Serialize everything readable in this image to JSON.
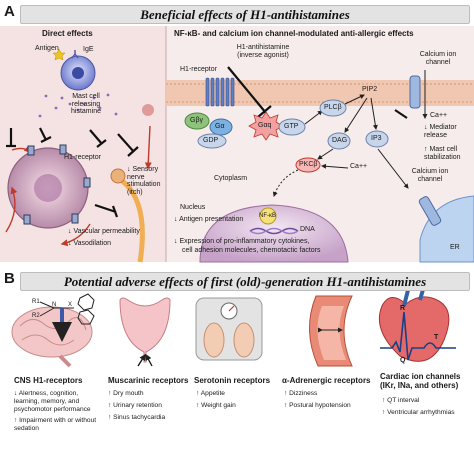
{
  "panel_a": {
    "letter": "A",
    "title": "Beneficial effects of H1-antihistamines",
    "direct": {
      "title": "Direct effects",
      "antigen": "Antigen",
      "ige": "IgE",
      "mast_cell": "Mast cell releasing histamine",
      "h1_receptor": "H1-receptor",
      "sensory": "Sensory nerve stimulation (itch)",
      "vascular": "Vascular permeability",
      "vasodilation": "Vasodilation"
    },
    "nfkb": {
      "title": "NF-κB- and calcium ion channel-modulated anti-allergic effects",
      "antihistamine": "H1-antihistamine (inverse agonist)",
      "h1_receptor": "H1-receptor",
      "calcium_channel_top": "Calcium ion channel",
      "ca_top": "Ca++",
      "mediator": "Mediator release",
      "mast_stab": "Mast cell stabilization",
      "gby": "Gβγ",
      "ga": "Gα",
      "gaq": "Gαq",
      "gtp": "GTP",
      "gdp": "GDP",
      "plcb": "PLCβ",
      "pip2": "PIP2",
      "dag": "DAG",
      "ip3": "IP3",
      "pkcb": "PKCβ",
      "ca_mid": "Ca++",
      "cytoplasm": "Cytoplasm",
      "nucleus": "Nucleus",
      "nfkb_label": "NF-κB",
      "dna": "DNA",
      "antigen_pres": "Antigen presentation",
      "expression_1": "Expression of pro-inflammatory cytokines,",
      "expression_2": "cell adhesion molecules, chemotactic factors",
      "calcium_channel_bottom": "Calcium ion channel",
      "er": "ER"
    }
  },
  "panel_b": {
    "letter": "B",
    "title": "Potential adverse effects of first (old)-generation H1-antihistamines",
    "columns": [
      {
        "title": "CNS H1-receptors",
        "items": [
          "Alertness, cognition, learning, memory, and psychomotor performance",
          "Impairment with or without sedation"
        ]
      },
      {
        "title": "Muscarinic receptors",
        "items": [
          "Dry mouth",
          "Urinary retention",
          "Sinus tachycardia"
        ]
      },
      {
        "title": "Serotonin receptors",
        "items": [
          "Appetite",
          "Weight gain"
        ]
      },
      {
        "title": "α-Adrenergic receptors",
        "items": [
          "Dizziness",
          "Postural hypotension"
        ]
      },
      {
        "title": "Cardiac ion channels (IKr, INa, and others)",
        "items": [
          "QT interval",
          "Ventricular arrhythmias"
        ]
      }
    ],
    "molecule": {
      "r1": "R1",
      "r2": "R2",
      "n": "N",
      "x": "X"
    },
    "ecg": {
      "r": "R",
      "q": "Q",
      "t": "T"
    }
  }
}
